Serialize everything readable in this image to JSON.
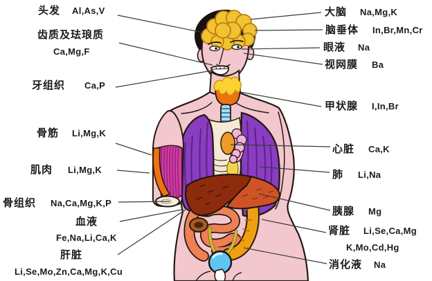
{
  "labels": {
    "left": [
      {
        "name": "头发",
        "elements": "Al,As,V"
      },
      {
        "name": "齿质及珐琅质",
        "elements": "Ca,Mg,F"
      },
      {
        "name": "牙组织",
        "elements": "Ca,P"
      },
      {
        "name": "骨筋",
        "elements": "Li,Mg,K"
      },
      {
        "name": "肌肉",
        "elements": "Li,Mg,K"
      },
      {
        "name": "骨组织",
        "elements": "Na,Ca,Mg,K,P"
      },
      {
        "name": "血液",
        "elements": "Fe,Na,Li,Ca,K"
      },
      {
        "name": "肝脏",
        "elements": "Li,Se,Mo,Zn,Ca,Mg,K,Cu"
      }
    ],
    "right": [
      {
        "name": "大脑",
        "elements": "Na,Mg,K"
      },
      {
        "name": "脑垂体",
        "elements": "In,Br,Mn,Cr"
      },
      {
        "name": "眼液",
        "elements": "Na"
      },
      {
        "name": "视网膜",
        "elements": "Ba"
      },
      {
        "name": "甲状腺",
        "elements": "I,In,Br"
      },
      {
        "name": "心脏",
        "elements": "Ca,K"
      },
      {
        "name": "肺",
        "elements": "Li,Na"
      },
      {
        "name": "胰腺",
        "elements": "Mg"
      },
      {
        "name": "肾脏",
        "elements": "Li,Se,Ca,Mg",
        "elements2": "K,Mo,Cd,Hg"
      },
      {
        "name": "消化液",
        "elements": "Na"
      }
    ]
  },
  "colors": {
    "skin": "#f3c7ce",
    "hair": "#17120e",
    "brain": "#f1c332",
    "lung": "#8b3dc2",
    "lung_shade": "#5c2186",
    "heart_pink": "#f2b4d8",
    "heart_orange": "#f09b26",
    "thyroid": "#ec7312",
    "thyroid_drip": "#fdd12f",
    "trachea": "#a8dcf2",
    "liver_dark": "#8c2c0c",
    "liver_light": "#cf5326",
    "colon": "#efa012",
    "small_intestine": "#ee8054",
    "muscle": "#d23ba5",
    "tendon": "#ee7211",
    "bladder": "#5ec4f0",
    "ureter": "#d9bc3f",
    "rib_area": "#f6e8d4",
    "outline": "#241a12",
    "leader_line": "#3a3a3a",
    "text": "#1b1b1b"
  }
}
